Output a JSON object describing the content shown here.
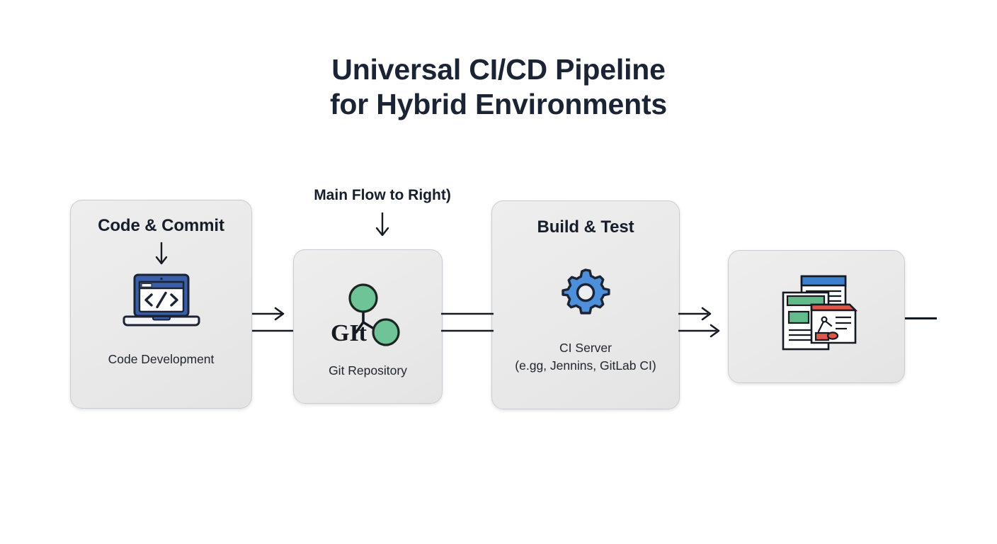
{
  "title": {
    "line1": "Universal CI/CD Pipeline",
    "line2": "for Hybrid Environments"
  },
  "annotation": {
    "flow_note": "Main Flow to Right)",
    "flow_note_icon": "down-arrow-icon"
  },
  "stages": [
    {
      "id": "code-commit",
      "title": "Code & Commit",
      "caption": "Code Development",
      "icon": "laptop-code-icon",
      "has_inner_arrow": true
    },
    {
      "id": "git-repository",
      "title": "",
      "caption": "Git Repository",
      "icon": "git-branch-icon",
      "logo_text": "GIt",
      "has_inner_arrow": false
    },
    {
      "id": "build-test",
      "title": "Build & Test",
      "caption_line1": "CI Server",
      "caption_line2": "(e.gg, Jennins, GitLab CI)",
      "icon": "gear-icon",
      "has_inner_arrow": false
    },
    {
      "id": "artifacts",
      "title": "",
      "caption": "",
      "icon": "documents-stack-icon",
      "has_inner_arrow": false
    }
  ],
  "connectors": [
    {
      "id": "code-to-git",
      "style": "arrow-plus-line",
      "icon": "arrow-right-icon"
    },
    {
      "id": "git-to-build",
      "style": "double-line",
      "icon": "line-icon"
    },
    {
      "id": "build-to-artifacts",
      "style": "double-arrow",
      "icon": "arrow-right-icon"
    },
    {
      "id": "artifacts-outgoing",
      "style": "line",
      "icon": "line-icon"
    }
  ],
  "colors": {
    "title_text": "#1b2434",
    "card_fill": "#e9e9e9",
    "card_border": "#c9cdd3",
    "stroke": "#141922",
    "git_green": "#6ec497",
    "gear_blue": "#4d8fdb",
    "laptop_blue": "#3b5ea8",
    "doc_blue": "#3f7fd0",
    "doc_green": "#63bb8c",
    "doc_red": "#e05648"
  }
}
